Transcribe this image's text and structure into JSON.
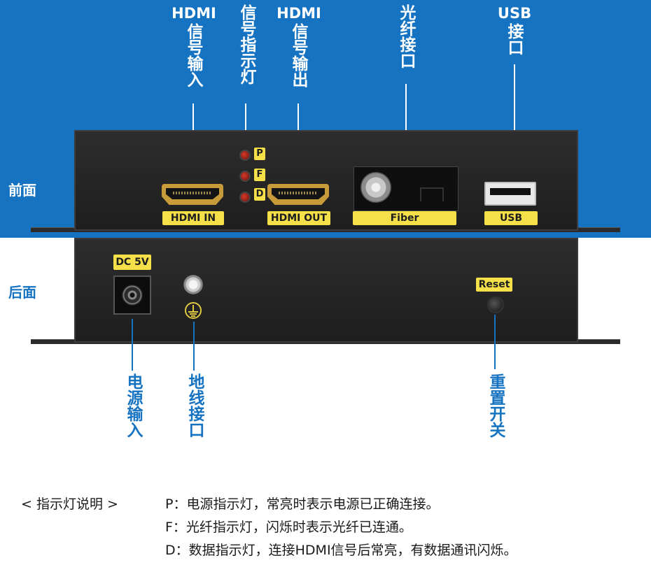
{
  "labels": {
    "front": "前面",
    "back": "后面",
    "hdmi_in_callout": "信号输入",
    "hdmi_in_prefix": "HDMI",
    "indicator_callout": "信号指示灯",
    "hdmi_out_callout": "信号输出",
    "hdmi_out_prefix": "HDMI",
    "fiber_callout": "光纤接口",
    "usb_prefix": "USB",
    "usb_callout": "接口",
    "power_callout": "电源输入",
    "ground_callout": "地线接口",
    "reset_callout": "重置开关"
  },
  "front_panel": {
    "hdmi_in_tag": "HDMI IN",
    "hdmi_out_tag": "HDMI OUT",
    "fiber_tag": "Fiber",
    "usb_tag": "USB",
    "leds": [
      "P",
      "F",
      "D"
    ]
  },
  "back_panel": {
    "dc_tag": "DC 5V",
    "reset_tag": "Reset"
  },
  "notes": {
    "heading": "< 指示灯说明 >",
    "lines": [
      "P：电源指示灯，常亮时表示电源已正确连接。",
      "F：光纤指示灯，闪烁时表示光纤已连通。",
      "D：数据指示灯，连接HDMI信号后常亮，有数据通讯闪烁。"
    ]
  },
  "colors": {
    "band": "#1673c2",
    "panel": "#262626",
    "tag": "#f5e04a",
    "callout_blue": "#1673c2"
  }
}
